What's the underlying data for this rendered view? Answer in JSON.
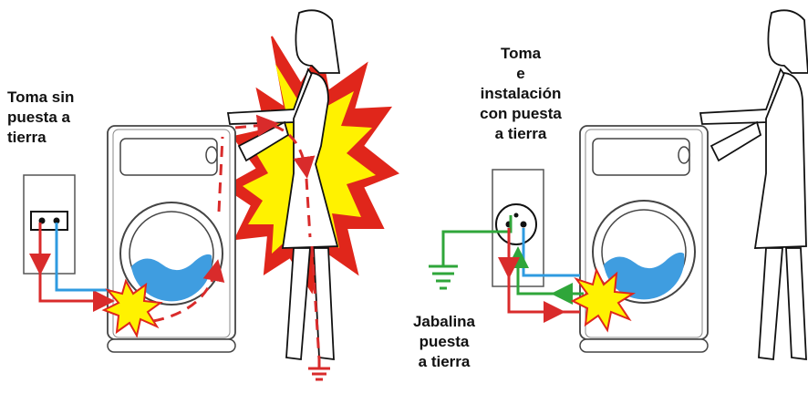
{
  "labels": {
    "unearthed_outlet": "Toma sin\npuesta a\ntierra",
    "earthed_outlet": "Toma\ne\ninstalación\ncon puesta\na tierra",
    "ground_stake": "Jabalina\npuesta\na tierra"
  },
  "colors": {
    "phase_wire": "#d92b2b",
    "neutral_wire": "#2f9be0",
    "earth_wire": "#2fa63a",
    "shock_yellow": "#fff200",
    "shock_red": "#e0261b",
    "drum_water": "#3f9de0",
    "outline": "#111111"
  },
  "icons": [
    "lightning-spark-icon",
    "ground-symbol-icon",
    "arrow-icon"
  ]
}
